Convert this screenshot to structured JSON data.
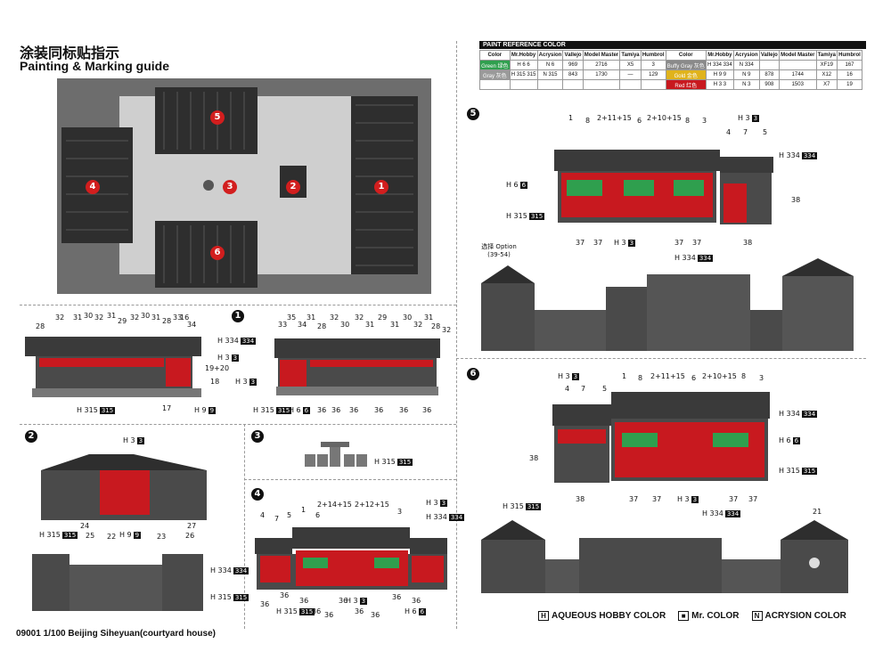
{
  "title_cn": "涂装同标贴指示",
  "title_en": "Painting & Marking guide",
  "footer": "09001 1/100 Beijing Siheyuan(courtyard house)",
  "plan_labels": [
    "1",
    "2",
    "3",
    "4",
    "5",
    "6"
  ],
  "steps": [
    "1",
    "2",
    "3",
    "4",
    "5",
    "6"
  ],
  "ref_table": {
    "title": "PAINT REFERENCE COLOR",
    "headers": [
      "Color",
      "Mr.Hobby",
      "Acrysion",
      "Vallejo",
      "Model Master",
      "Tamiya",
      "Humbrol",
      "Color",
      "Mr.Hobby",
      "Acrysion",
      "Vallejo",
      "Model Master",
      "Tamiya",
      "Humbrol"
    ],
    "rows": [
      [
        "Green 绿色",
        "H 6 6",
        "N 6",
        "969",
        "2716",
        "X5",
        "3",
        "Buffy Gray 灰色",
        "H 334 334",
        "N 334",
        "",
        "",
        "XF19",
        "167"
      ],
      [
        "Gray 灰色",
        "H 315 315",
        "N 315",
        "843",
        "1730",
        "—",
        "129",
        "Gold 金色",
        "H 9 9",
        "N 9",
        "878",
        "1744",
        "X12",
        "16"
      ],
      [
        "",
        "",
        "",
        "",
        "",
        "",
        "",
        "Red 红色",
        "H 3 3",
        "N 3",
        "908",
        "1503",
        "X7",
        "19"
      ]
    ]
  },
  "codes": {
    "h334": "H 334",
    "h3": "H 3",
    "h315": "H 315",
    "h6": "H 6",
    "h9": "H 9"
  },
  "step5_labels": [
    "1",
    "8",
    "2+11+15",
    "6",
    "2+10+15",
    "8",
    "3",
    "4",
    "7",
    "5",
    "38",
    "37",
    "37",
    "37",
    "37",
    "38"
  ],
  "step5_option": "选择 Option (39-54)",
  "step1_labels": [
    "28",
    "32",
    "31",
    "30",
    "32",
    "31",
    "29",
    "32",
    "30",
    "31",
    "28",
    "33",
    "16",
    "34",
    "19+20",
    "18",
    "17"
  ],
  "step1b_labels": [
    "33",
    "35",
    "34",
    "31",
    "28",
    "32",
    "30",
    "32",
    "31",
    "29",
    "31",
    "30",
    "32",
    "31",
    "28",
    "32",
    "36",
    "36",
    "36",
    "36",
    "36",
    "36"
  ],
  "step2_labels": [
    "24",
    "25",
    "22",
    "23",
    "26",
    "27"
  ],
  "step4_labels": [
    "4",
    "7",
    "5",
    "1",
    "6",
    "2+14+15",
    "2+12+15",
    "3",
    "36",
    "36",
    "36",
    "36",
    "36",
    "36",
    "36",
    "36",
    "36",
    "36"
  ],
  "step6_labels": [
    "4",
    "7",
    "5",
    "1",
    "8",
    "2+11+15",
    "6",
    "2+10+15",
    "8",
    "3",
    "38",
    "37",
    "37",
    "37",
    "37",
    "38",
    "21"
  ],
  "legend": [
    {
      "mark": "H",
      "text": "AQUEOUS HOBBY COLOR"
    },
    {
      "mark": "■",
      "text": "Mr. COLOR"
    },
    {
      "mark": "N",
      "text": "ACRYSION COLOR"
    }
  ],
  "colors": {
    "roof": "#2e2e2e",
    "wall": "#4a4a4a",
    "red": "#c8191f",
    "green": "#2f9f4e",
    "gold": "#e0b31c",
    "gray": "#8a8a8a"
  }
}
